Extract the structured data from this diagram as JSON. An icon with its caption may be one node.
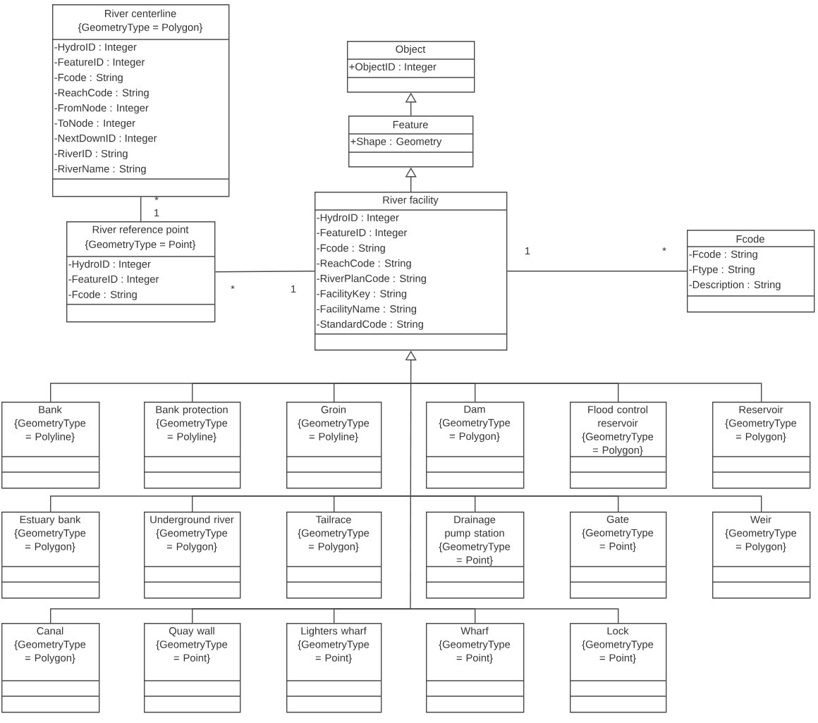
{
  "diagram": {
    "nodes": [
      {
        "text": [
          "River centerline",
          "{GeometryType = Polygon}",
          "-HydroID : Integer",
          "-FeatureID : Integer",
          "-Fcode : String",
          "-ReachCode : String",
          "-FromNode : Integer",
          "-ToNode : Integer",
          "-NextDownID : Integer",
          "-RiverID : String",
          "-RiverName : String"
        ]
      },
      {
        "text": [
          "Object",
          "+ObjectID : Integer"
        ]
      },
      {
        "text": [
          "Feature",
          "+Shape : Geometry"
        ]
      },
      {
        "text": [
          "River facility",
          "-HydroID : Integer",
          "-FeatureID : Integer",
          "-Fcode : String",
          "-ReachCode : String",
          "-RiverPlanCode : String",
          "-FacilityKey : String",
          "-FacilityName : String",
          "-StandardCode : String"
        ]
      },
      {
        "text": [
          "River reference point",
          "{GeometryType = Point}",
          "-HydroID : Integer",
          "-FeatureID : Integer",
          "-Fcode : String"
        ]
      },
      {
        "text": [
          "Fcode",
          "-Fcode : String",
          "-Ftype : String",
          "-Description : String"
        ]
      },
      {
        "text": [
          "Bank",
          "{GeometryType = Polyline}"
        ]
      },
      {
        "text": [
          "Bank protection",
          "{GeometryType = Polyline}"
        ]
      },
      {
        "text": [
          "Groin",
          "{GeometryType = Polyline}"
        ]
      },
      {
        "text": [
          "Dam",
          "{GeometryType = Polygon}"
        ]
      },
      {
        "text": [
          "Flood control reservoir",
          "{GeometryType = Polygon}"
        ]
      },
      {
        "text": [
          "Reservoir",
          "{GeometryType = Polygon}"
        ]
      },
      {
        "text": [
          "Estuary bank",
          "{GeometryType = Polygon}"
        ]
      },
      {
        "text": [
          "Underground river",
          "{GeometryType = Polygon}"
        ]
      },
      {
        "text": [
          "Tailrace",
          "{GeometryType = Polygon}"
        ]
      },
      {
        "text": [
          "Drainage pump station",
          "{GeometryType = Point}"
        ]
      },
      {
        "text": [
          "Gate",
          "{GeometryType = Point}"
        ]
      },
      {
        "text": [
          "Weir",
          "{GeometryType = Polygon}"
        ]
      },
      {
        "text": [
          "Canal",
          "{GeometryType = Polygon}"
        ]
      },
      {
        "text": [
          "Quay wall",
          "{GeometryType = Point}"
        ]
      },
      {
        "text": [
          "Lighters wharf",
          "{GeometryType = Point}"
        ]
      },
      {
        "text": [
          "Wharf",
          "{GeometryType = Point}"
        ]
      },
      {
        "text": [
          "Lock",
          "{GeometryType = Point}"
        ]
      }
    ],
    "edges": [
      {
        "from": 0,
        "to": 4,
        "arrow": "none"
      },
      {
        "from": 4,
        "to": 3,
        "arrow": "none"
      },
      {
        "from": 3,
        "to": 5,
        "arrow": "none"
      },
      {
        "from": 2,
        "to": 1,
        "arrow": "to"
      },
      {
        "from": 3,
        "to": 2,
        "arrow": "to"
      },
      {
        "from": 6,
        "to": 3,
        "arrow": "to"
      },
      {
        "from": 7,
        "to": 3,
        "arrow": "to"
      },
      {
        "from": 8,
        "to": 3,
        "arrow": "to"
      },
      {
        "from": 9,
        "to": 3,
        "arrow": "to"
      },
      {
        "from": 10,
        "to": 3,
        "arrow": "to"
      },
      {
        "from": 11,
        "to": 3,
        "arrow": "to"
      },
      {
        "from": 12,
        "to": 3,
        "arrow": "to"
      },
      {
        "from": 13,
        "to": 3,
        "arrow": "to"
      },
      {
        "from": 14,
        "to": 3,
        "arrow": "to"
      },
      {
        "from": 15,
        "to": 3,
        "arrow": "to"
      },
      {
        "from": 16,
        "to": 3,
        "arrow": "to"
      },
      {
        "from": 17,
        "to": 3,
        "arrow": "to"
      },
      {
        "from": 18,
        "to": 3,
        "arrow": "to"
      },
      {
        "from": 19,
        "to": 3,
        "arrow": "to"
      },
      {
        "from": 20,
        "to": 3,
        "arrow": "to"
      },
      {
        "from": 21,
        "to": 3,
        "arrow": "to"
      },
      {
        "from": 22,
        "to": 3,
        "arrow": "to"
      }
    ],
    "labels": [
      "*",
      "1",
      "1",
      "*",
      "*",
      "1"
    ]
  }
}
